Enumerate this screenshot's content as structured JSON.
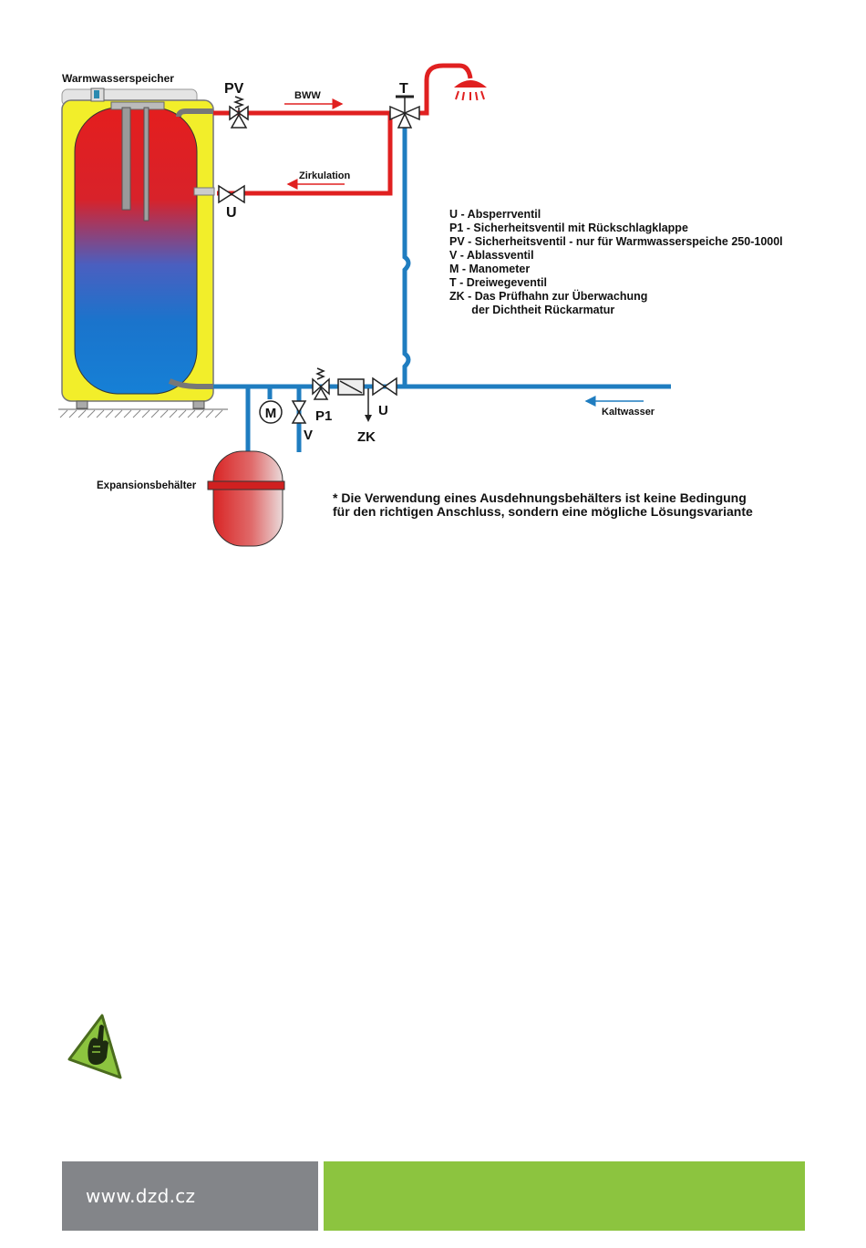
{
  "diagram": {
    "labels": {
      "storage": "Warmwasserspeicher",
      "pv": "PV",
      "bww": "BWW",
      "t": "T",
      "zirkulation": "Zirkulation",
      "u_top": "U",
      "m": "M",
      "p1": "P1",
      "v": "V",
      "zk": "ZK",
      "u_bottom": "U",
      "kaltwasser": "Kaltwasser",
      "expansion": "Expansionsbehälter"
    },
    "legend": [
      "U - Absperrventil",
      "P1 - Sicherheitsventil mit Rückschlagklappe",
      "PV - Sicherheitsventil - nur für Warmwasserspeiche 250-1000l",
      "V - Ablassventil",
      "M - Manometer",
      "T - Dreiwegeventil",
      "ZK - Das Prüfhahn zur Überwachung",
      "       der Dichtheit Rückarmatur"
    ],
    "footnote": [
      "* Die Verwendung eines Ausdehnungsbehälters ist keine Bedingung",
      "für den richtigen Anschluss, sondern eine mögliche Lösungsvariante"
    ],
    "colors": {
      "hot": "#e02020",
      "cold": "#1f7dc0",
      "jacket": "#f2ee2a",
      "green": "#8cc43f",
      "gray": "#838589"
    }
  },
  "badge": {
    "icon": "hand-rock-icon"
  },
  "footer": {
    "url": "www.dzd.cz"
  }
}
